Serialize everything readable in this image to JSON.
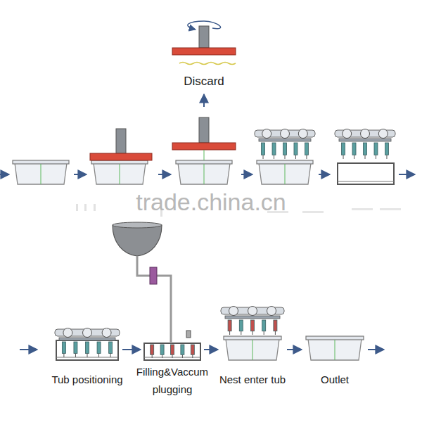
{
  "diagram": {
    "nodes": [
      {
        "text": [
          "Tub positioning"
        ]
      },
      {
        "text": [
          "Filling&Vaccum plugging"
        ]
      },
      {
        "text": [
          "Nest enter tub"
        ]
      },
      {
        "text": [
          "Outlet"
        ]
      }
    ],
    "edges": [
      {
        "from": 0,
        "to": 1,
        "arrow": "to"
      },
      {
        "from": 1,
        "to": 2,
        "arrow": "to"
      },
      {
        "from": 2,
        "to": 3,
        "arrow": "to"
      }
    ],
    "labels": [
      "Discard",
      "trade.china.cn"
    ]
  }
}
